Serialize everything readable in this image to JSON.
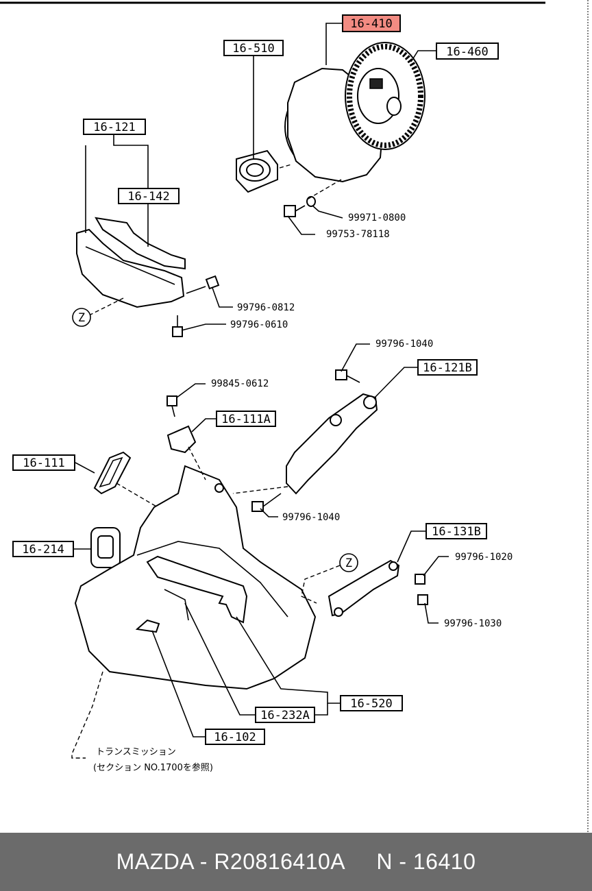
{
  "labels": {
    "clutch_cover": "16-410",
    "release_bearing": "16-510",
    "clutch_disc": "16-460",
    "dust_cover": "16-121",
    "cover_plate": "16-142",
    "bracket_b": "16-121B",
    "plate_a": "16-111A",
    "gasket": "16-111",
    "boot": "16-214",
    "bracket_131b": "16-131B",
    "release_fork": "16-520",
    "spring_232a": "16-232A",
    "pivot_102": "16-102"
  },
  "part_numbers": {
    "washer": "99971-0800",
    "cover_bolt": "99753-78118",
    "bolt_0812": "99796-0812",
    "bolt_0610": "99796-0610",
    "bolt_1040_top": "99796-1040",
    "bolt_0612": "99845-0612",
    "bolt_1040_mid": "99796-1040",
    "bolt_1020": "99796-1020",
    "bolt_1030": "99796-1030"
  },
  "markers": {
    "z_left": "Z",
    "z_right": "Z"
  },
  "note": {
    "line1": "トランスミッション",
    "line2": "(セクション NO.1700を参照)"
  },
  "footer": {
    "brand": "MAZDA",
    "part_code": "R20816410A",
    "ref": "N - 16410",
    "text": "MAZDA - R20816410A     N - 16410"
  },
  "colors": {
    "highlight": "#f28b82",
    "footer_bg": "#6b6b6b",
    "footer_text": "#ffffff"
  }
}
